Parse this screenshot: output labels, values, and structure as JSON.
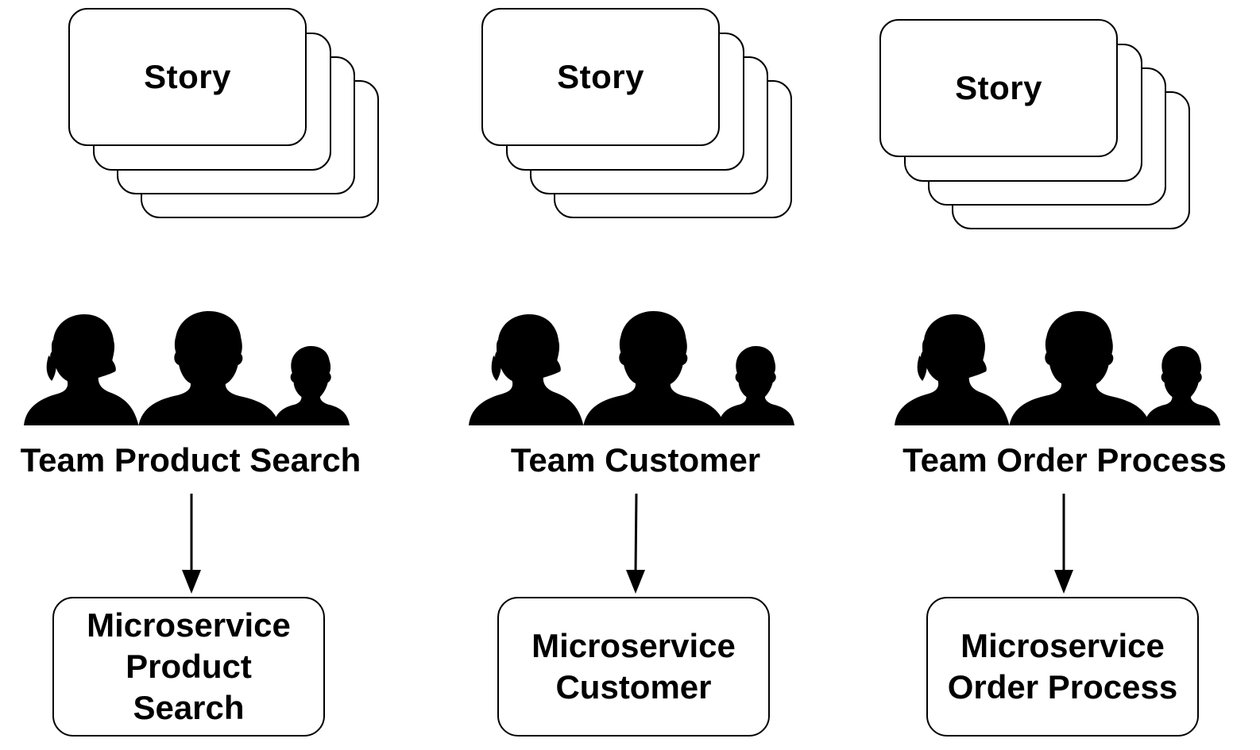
{
  "columns": [
    {
      "story_label": "Story",
      "team_label": "Team Product Search",
      "service_lines": [
        "Microservice",
        "Product",
        "Search"
      ]
    },
    {
      "story_label": "Story",
      "team_label": "Team Customer",
      "service_lines": [
        "Microservice",
        "Customer"
      ]
    },
    {
      "story_label": "Story",
      "team_label": "Team Order Process",
      "service_lines": [
        "Microservice",
        "Order Process"
      ]
    }
  ],
  "icons": {
    "team": "team-people-silhouette-icon",
    "arrow": "arrow-down-icon"
  }
}
